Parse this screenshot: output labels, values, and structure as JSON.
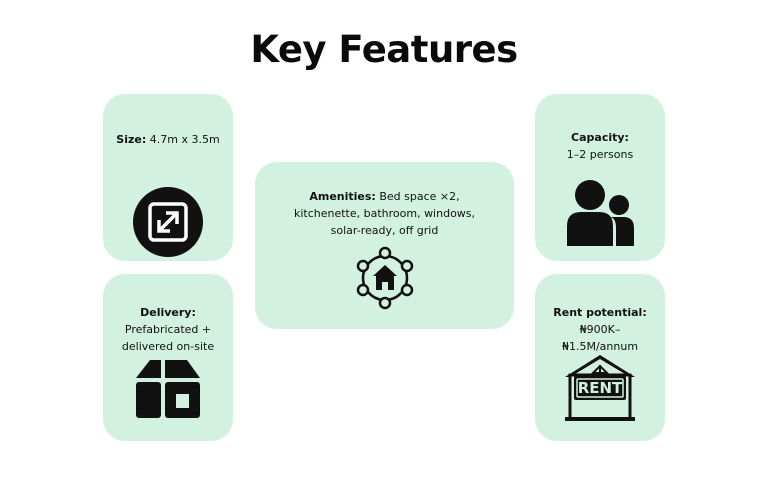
{
  "page": {
    "title": "Key Features"
  },
  "features": {
    "size": {
      "label": "Size:",
      "value": "4.7m x 3.5m",
      "icon": "resize-expand-icon"
    },
    "delivery": {
      "label": "Delivery:",
      "line1": "Prefabricated +",
      "line2": "delivered on-site",
      "icon": "prefab-house-icon"
    },
    "amenities": {
      "label": "Amenities:",
      "line1": "Bed space ×2,",
      "line2": "kitchenette, bathroom, windows,",
      "line3": "solar-ready, off grid",
      "icon": "house-network-icon"
    },
    "capacity": {
      "label": "Capacity:",
      "value": "1–2 persons",
      "icon": "people-icon"
    },
    "rent": {
      "label": "Rent potential:",
      "line1": "₦900K–",
      "line2": "₦1.5M/annum",
      "sign": "RENT",
      "icon": "rent-sign-house-icon"
    }
  },
  "colors": {
    "card_bg": "#d3f1e1",
    "ink": "#111111"
  }
}
